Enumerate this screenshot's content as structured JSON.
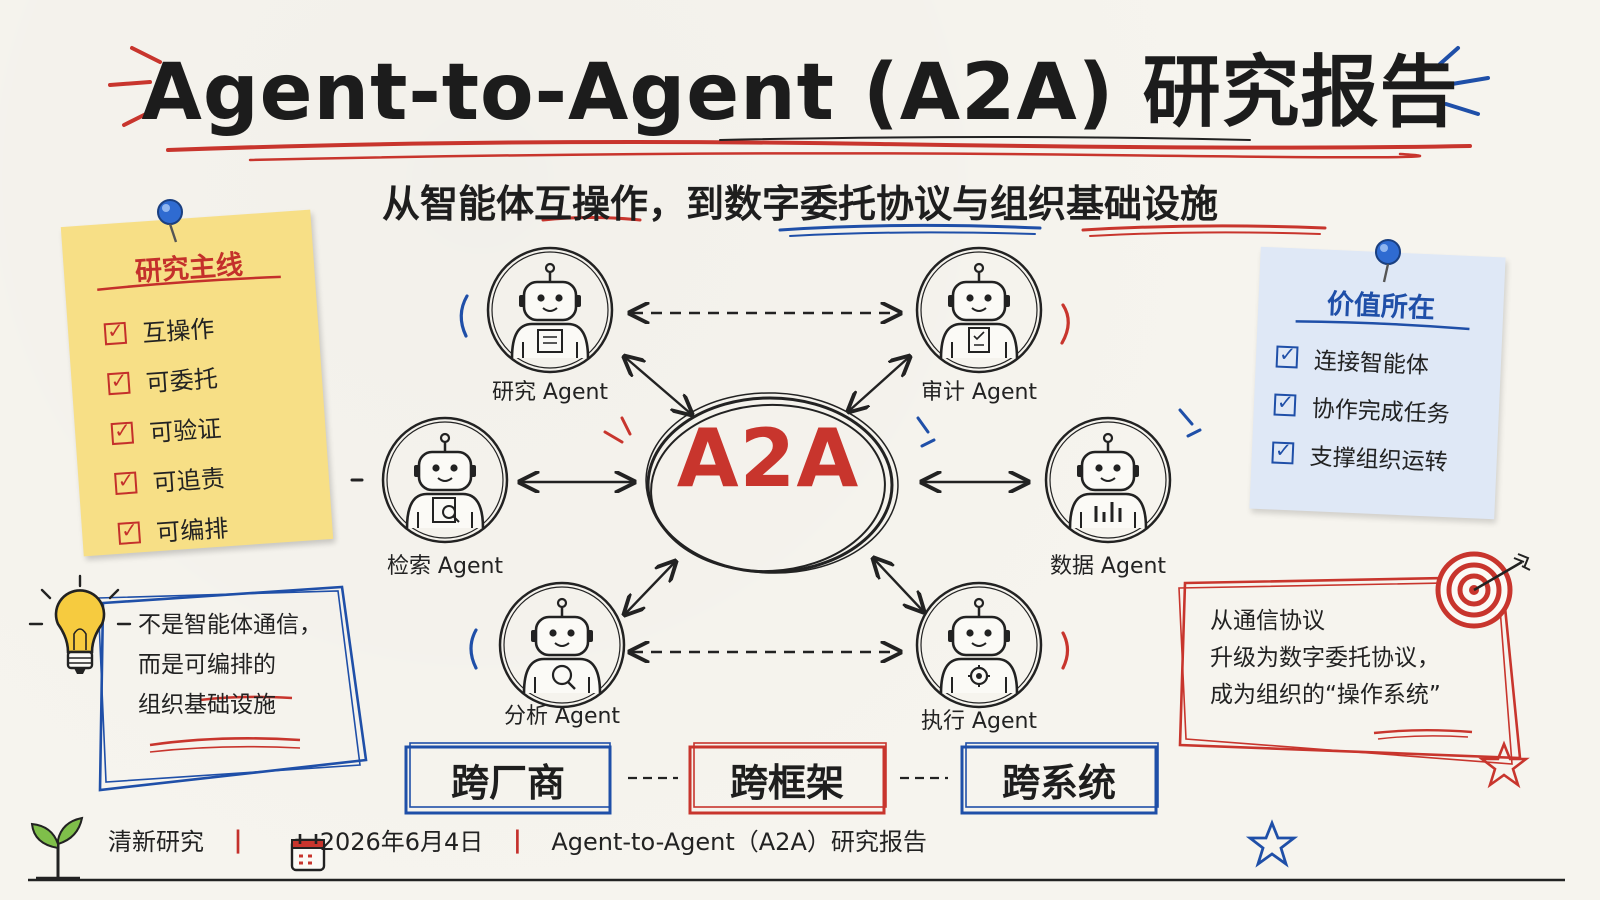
{
  "title": "Agent-to-Agent (A2A) 研究报告",
  "subtitle": "从智能体互操作，到数字委托协议与组织基础设施",
  "left_note": {
    "heading": "研究主线",
    "items": [
      "互操作",
      "可委托",
      "可验证",
      "可追责",
      "可编排"
    ]
  },
  "right_note": {
    "heading": "价值所在",
    "items": [
      "连接智能体",
      "协作完成任务",
      "支撑组织运转"
    ]
  },
  "center": "A2A",
  "agents": {
    "research": "研究 Agent",
    "audit": "审计 Agent",
    "search": "检索 Agent",
    "data": "数据 Agent",
    "analysis": "分析 Agent",
    "execute": "执行 Agent"
  },
  "cross_boxes": [
    "跨厂商",
    "跨框架",
    "跨系统"
  ],
  "idea_box": {
    "lines": [
      "不是智能体通信，",
      "而是可编排的",
      "组织基础设施"
    ]
  },
  "goal_box": {
    "lines": [
      "从通信协议",
      "升级为数字委托协议，",
      "成为组织的“操作系统”"
    ]
  },
  "footer": {
    "brand": "清新研究",
    "date": "2026年6月4日",
    "report": "Agent-to-Agent（A2A）研究报告"
  },
  "colors": {
    "red": "#c8352d",
    "blue": "#1f4fa8",
    "yellow_note": "#f7df86",
    "blue_note": "#dfe8f6"
  },
  "icons": [
    "pushpin-icon",
    "robot-icon",
    "lightbulb-icon",
    "target-icon",
    "star-icon",
    "sprout-icon",
    "calendar-icon"
  ]
}
